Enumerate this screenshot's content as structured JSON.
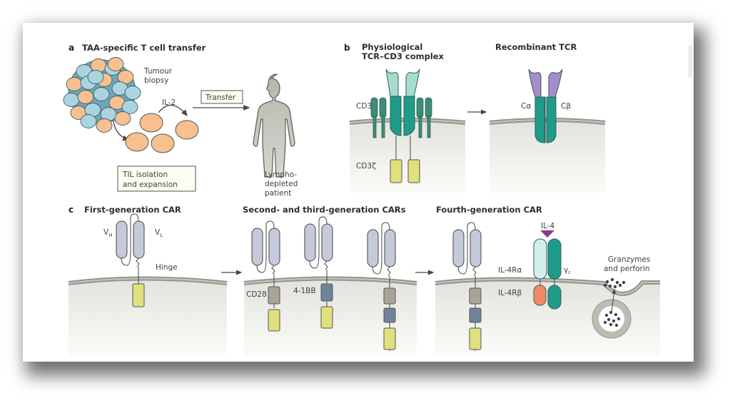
{
  "figure": {
    "panel_a": {
      "letter": "a",
      "title": "TAA-specific T cell transfer",
      "tumour_label_line1": "Tumour",
      "tumour_label_line2": "biopsy",
      "cytokine_label": "IL-2",
      "transfer_box_label": "Transfer",
      "til_box_line1": "TIL isolation",
      "til_box_line2": "and expansion",
      "patient_line1": "Lympho-",
      "patient_line2": "depleted",
      "patient_line3": "patient"
    },
    "panel_b": {
      "letter": "b",
      "left_title_line1": "Physiological",
      "left_title_line2": "TCR–CD3 complex",
      "right_title": "Recombinant TCR",
      "cd3_label": "CD3",
      "cd3z_label": "CD3ζ",
      "c_alpha_label": "Cα",
      "c_beta_label": "Cβ"
    },
    "panel_c": {
      "letter": "c",
      "first_title": "First-generation CAR",
      "second_third_title": "Second- and third-generation CARs",
      "fourth_title": "Fourth-generation CAR",
      "vh_label": "V",
      "vh_sub": "H",
      "vl_label": "V",
      "vl_sub": "L",
      "hinge_label": "Hinge",
      "cd28_label": "CD28",
      "41bb_label": "4-1BB",
      "il4_label": "IL-4",
      "il4ra_label": "IL-4Rα",
      "il4rb_label": "IL-4Rβ",
      "gamma_c_label": "γ",
      "gamma_c_sub": "c",
      "granzymes_line1": "Granzymes",
      "granzymes_line2": "and perforin"
    },
    "colors": {
      "tumour_cell_blue": "#a9d4e0",
      "til_orange": "#f7c08e",
      "scfv_lavender": "#c5cada",
      "cd3z_yellow": "#dfe07e",
      "cd28_gray": "#a8a597",
      "41bb_slate": "#6f849a",
      "tcr_teal": "#1f9b8a",
      "tcr_light": "#a6dccf",
      "recombinant_purple": "#a68cc9",
      "il4_magenta": "#8b3a8e",
      "il4rb_salmon": "#ef8a66",
      "membrane": "#9ea59e",
      "cytoplasm": "#e8e8e3"
    }
  }
}
